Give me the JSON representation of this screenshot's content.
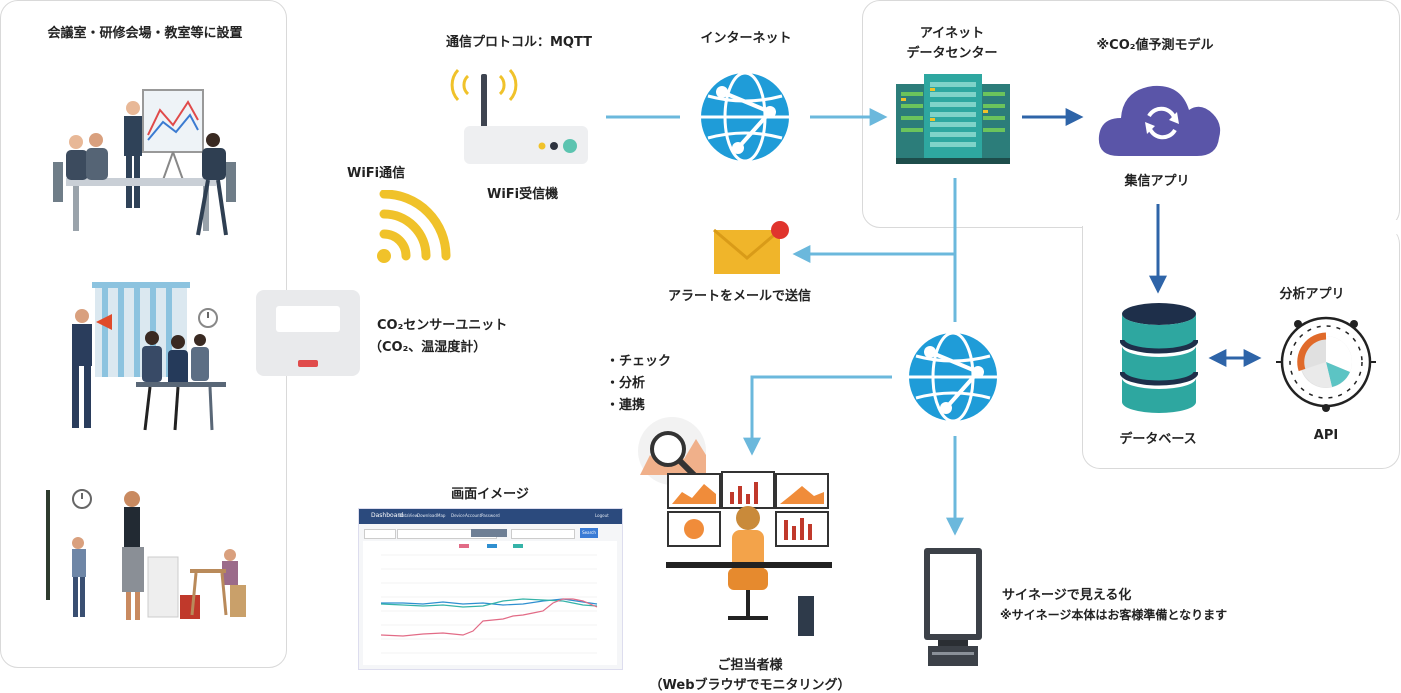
{
  "left_panel": {
    "title": "会議室・研修会場・教室等に設置"
  },
  "sensor": {
    "name": "CO₂センサーユニット",
    "detail": "（CO₂、温湿度計）"
  },
  "wifi": {
    "label": "WiFi通信"
  },
  "router": {
    "protocol": "通信プロトコル：MQTT",
    "label": "WiFi受信機"
  },
  "internet": {
    "label": "インターネット"
  },
  "datacenter": {
    "line1": "アイネット",
    "line2": "データセンター"
  },
  "model": {
    "label": "※CO₂値予測モデル"
  },
  "collect_app": {
    "label": "集信アプリ"
  },
  "alert": {
    "label": "アラートをメールで送信"
  },
  "database": {
    "label": "データベース"
  },
  "analysis": {
    "title": "分析アプリ",
    "api": "API"
  },
  "checklist": {
    "items": [
      "・チェック",
      "・分析",
      "・連携"
    ]
  },
  "screen": {
    "title": "画面イメージ"
  },
  "dashboard": {
    "brand": "Dashboard",
    "nav": [
      "DataView",
      "Download",
      "Map",
      "Device",
      "Account",
      "Password"
    ],
    "logout": "Logout",
    "search_button": "Search"
  },
  "operator": {
    "line1": "ご担当者様",
    "line2": "（Webブラウザでモニタリング）"
  },
  "signage": {
    "title": "サイネージで見える化",
    "note": "※サイネージ本体はお客様準備となります"
  },
  "colors": {
    "arrow": "#6bb8dc",
    "dark_arrow": "#2e64a8",
    "globe": "#1f9cd8",
    "wifi": "#f0c22a",
    "server": "#2ea7a0"
  }
}
